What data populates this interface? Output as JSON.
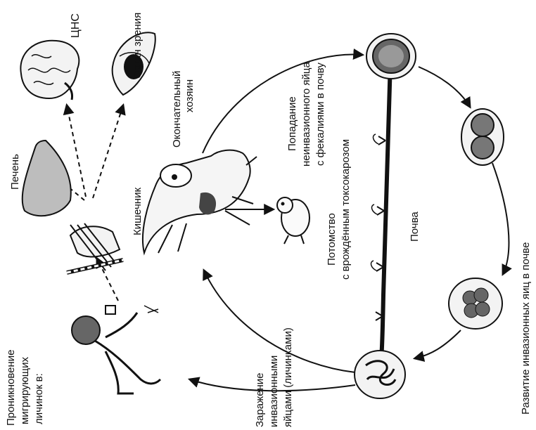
{
  "labels": {
    "cns": "ЦНС",
    "eye": "Орган зрения",
    "liver": "Печень",
    "intestine": "Кишечник",
    "definitive_host_1": "Окончательный",
    "definitive_host_2": "хозяин",
    "eggs_to_soil_1": "Попадание",
    "eggs_to_soil_2": "неинвазионного яйца",
    "eggs_to_soil_3": "с фекалиями в почву",
    "offspring_1": "Потомство",
    "offspring_2": "с врождённым токсокарозом",
    "soil": "Почва",
    "development": "Развитие инвазионных яиц в почве",
    "infection_1": "Заражение",
    "infection_2": "инвазионными",
    "infection_3": "яйцами (личинками)",
    "penetration_1": "Проникновение",
    "penetration_2": "мигрирующих",
    "penetration_3": "личинок в:"
  }
}
